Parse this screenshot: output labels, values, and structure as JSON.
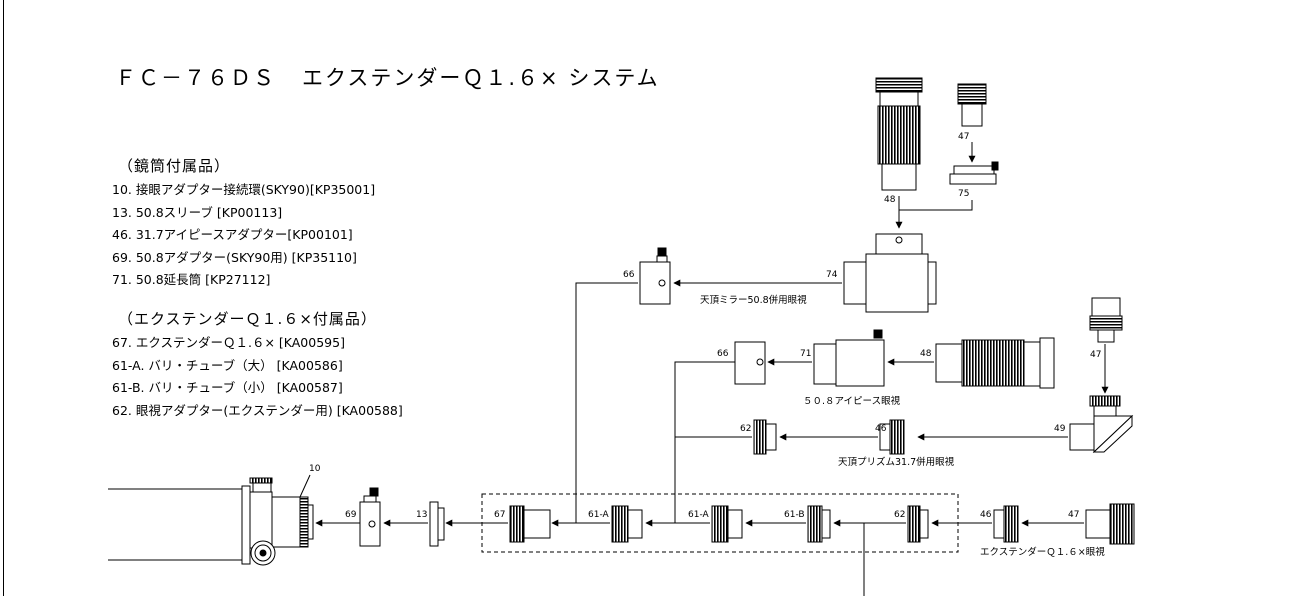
{
  "title": {
    "model": "ＦＣ－７６ＤＳ",
    "system": "エクステンダーＱ１.６× システム"
  },
  "sections": {
    "tube_accessories": {
      "heading": "（鏡筒付属品）",
      "items": [
        "10. 接眼アダプター接続環(SKY90)[KP35001]",
        "13. 50.8スリーブ [KP00113]",
        "46. 31.7アイピースアダプター[KP00101]",
        "69. 50.8アダプター(SKY90用) [KP35110]",
        "71. 50.8延長筒  [KP27112]"
      ]
    },
    "extender_accessories": {
      "heading": "（エクステンダーＱ１.６×付属品）",
      "items": [
        "67. エクステンダーＱ１.６× [KA00595]",
        "61-A. バリ・チューブ（大） [KA00586]",
        "61-B. バリ・チューブ（小）  [KA00587]",
        "62. 眼視アダプター(エクステンダー用) [KA00588]"
      ]
    }
  },
  "diagram": {
    "labels": {
      "n10": "10",
      "n69": "69",
      "n13": "13",
      "n67": "67",
      "n61a_1": "61-A",
      "n61a_2": "61-A",
      "n61b": "61-B",
      "n62_main": "62",
      "n46_main": "46",
      "n47_main": "47",
      "n62_prism": "62",
      "n46_prism": "46",
      "n49": "49",
      "n47_prism": "47",
      "n66_eyepiece": "66",
      "n71": "71",
      "n48_eyepiece": "48",
      "n66_mirror": "66",
      "n74": "74",
      "n48_mirror": "48",
      "n75": "75",
      "n47_mirror": "47"
    },
    "captions": {
      "mirror": "天頂ミラー50.8併用眼視",
      "eyepiece": "５０.８アイピース眼視",
      "prism": "天頂プリズム31.7併用眼視",
      "extender": "エクステンダーＱ１.６×眼視"
    }
  }
}
